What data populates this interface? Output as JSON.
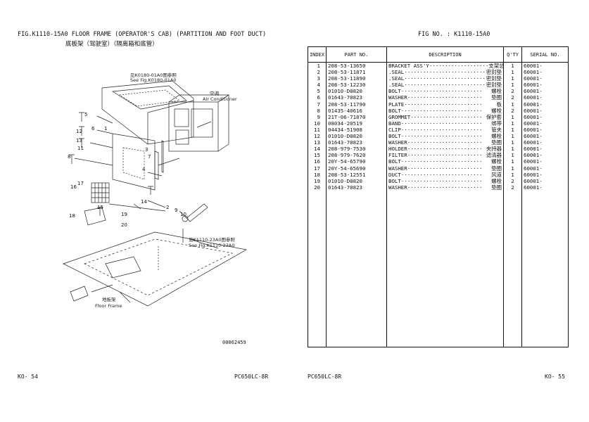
{
  "left_page": {
    "fig_title": "FIG.K1110-15A0    FLOOR FRAME (OPERATOR'S CAB) (PARTITION AND FOOT DUCT)",
    "fig_subtitle": "底板架（驾驶室）（隔离箱和底管）",
    "drawing": {
      "ref_top_cn": "见K0180-01A0图参照",
      "ref_top_en": "See Fig.K0180-01A0",
      "aircon_cn": "空调",
      "aircon_en": "Air Conditioner",
      "ref_bottom_cn": "见K1110-23A0图参照",
      "ref_bottom_en": "See Fig.K1110-23A0",
      "floor_cn": "地板架",
      "floor_en": "Floor Frame",
      "callouts": [
        "5",
        "6",
        "12",
        "13",
        "11",
        "8",
        "1",
        "3",
        "4",
        "17",
        "16",
        "15",
        "14",
        "2",
        "9",
        "10",
        "18",
        "19",
        "20",
        "7"
      ]
    },
    "drawing_no": "00062459",
    "footer_page": "KO-   54",
    "footer_model": "PC650LC-8R"
  },
  "right_page": {
    "header": "FIG NO.  :  K1110-15A0",
    "columns": [
      "INDEX",
      "PART  NO.",
      "DESCRIPTION",
      "Q'TY",
      "SERIAL NO."
    ],
    "rows": [
      {
        "index": "1",
        "part_no": "208-53-13650",
        "desc": "BRACKET ASS'Y···················",
        "desc_cn": "支架总成",
        "qty": "1",
        "serial": "60001-"
      },
      {
        "index": "2",
        "part_no": "208-53-11871",
        "desc": ".SEAL··························",
        "desc_cn": "密封垫",
        "qty": "1",
        "serial": "60001-"
      },
      {
        "index": "3",
        "part_no": "208-53-11890",
        "desc": ".SEAL··························",
        "desc_cn": "密封垫",
        "qty": "1",
        "serial": "60001-"
      },
      {
        "index": "4",
        "part_no": "208-53-12230",
        "desc": ".SEAL··························",
        "desc_cn": "密封垫",
        "qty": "1",
        "serial": "60001-"
      },
      {
        "index": "5",
        "part_no": "01010-D0820",
        "desc": "BOLT··························",
        "desc_cn": "螺栓",
        "qty": "2",
        "serial": "60001-"
      },
      {
        "index": "6",
        "part_no": "01643-70823",
        "desc": "WASHER························",
        "desc_cn": "垫圈",
        "qty": "2",
        "serial": "60001-"
      },
      {
        "index": "7",
        "part_no": "208-53-11790",
        "desc": "PLATE·························",
        "desc_cn": "板",
        "qty": "1",
        "serial": "60001-"
      },
      {
        "index": "8",
        "part_no": "01435-40616",
        "desc": "BOLT··························",
        "desc_cn": "螺栓",
        "qty": "2",
        "serial": "60001-"
      },
      {
        "index": "9",
        "part_no": "21T-06-71870",
        "desc": "GROMMET·······················",
        "desc_cn": "保护套",
        "qty": "1",
        "serial": "60001-"
      },
      {
        "index": "10",
        "part_no": "08034-20519",
        "desc": "BAND··························",
        "desc_cn": "绑带",
        "qty": "1",
        "serial": "60001-"
      },
      {
        "index": "11",
        "part_no": "04434-51908",
        "desc": "CLIP··························",
        "desc_cn": "管夹",
        "qty": "1",
        "serial": "60001-"
      },
      {
        "index": "12",
        "part_no": "01010-D0820",
        "desc": "BOLT··························",
        "desc_cn": "螺栓",
        "qty": "1",
        "serial": "60001-"
      },
      {
        "index": "13",
        "part_no": "01643-70823",
        "desc": "WASHER························",
        "desc_cn": "垫圈",
        "qty": "1",
        "serial": "60001-"
      },
      {
        "index": "14",
        "part_no": "208-979-7530",
        "desc": "HOLDER························",
        "desc_cn": "夹持器",
        "qty": "1",
        "serial": "60001-"
      },
      {
        "index": "15",
        "part_no": "208-979-7620",
        "desc": "FILTER························",
        "desc_cn": "滤清器",
        "qty": "1",
        "serial": "60001-"
      },
      {
        "index": "16",
        "part_no": "20Y-54-65790",
        "desc": "BOLT··························",
        "desc_cn": "螺栓",
        "qty": "1",
        "serial": "60001-"
      },
      {
        "index": "17",
        "part_no": "20Y-54-65690",
        "desc": "WASHER························",
        "desc_cn": "垫圈",
        "qty": "1",
        "serial": "60001-"
      },
      {
        "index": "18",
        "part_no": "208-53-12551",
        "desc": "DUCT··························",
        "desc_cn": "风道",
        "qty": "1",
        "serial": "60001-"
      },
      {
        "index": "19",
        "part_no": "01010-D0820",
        "desc": "BOLT··························",
        "desc_cn": "螺栓",
        "qty": "2",
        "serial": "60001-"
      },
      {
        "index": "20",
        "part_no": "01643-70823",
        "desc": "WASHER························",
        "desc_cn": "垫圈",
        "qty": "2",
        "serial": "60001-"
      }
    ],
    "footer_model": "PC650LC-8R",
    "footer_page": "KO-   55"
  }
}
